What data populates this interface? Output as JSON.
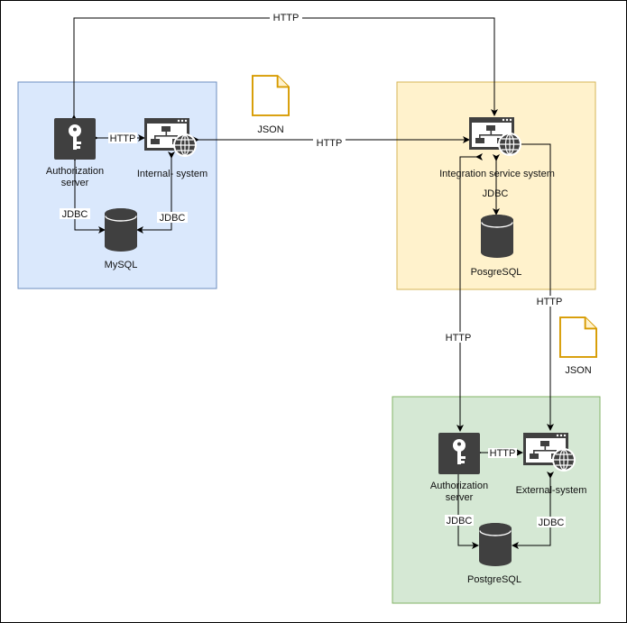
{
  "labels": {
    "http": "HTTP",
    "jdbc": "JDBC",
    "json": "JSON",
    "mysql": "MySQL",
    "postgres_db": "PosgreSQL",
    "postgres_db2": "PostgreSQL"
  },
  "systems": {
    "internal": {
      "auth_line1": "Authorization",
      "auth_line2": "server",
      "system": "Internal- system"
    },
    "integration": {
      "system": "Integration service system"
    },
    "external": {
      "auth_line1": "Authorization",
      "auth_line2": "server",
      "system": "External-system"
    }
  },
  "colors": {
    "blue_group_fill": "#dae8fc",
    "blue_group_stroke": "#6c8ebf",
    "yellow_group_fill": "#fff2cc",
    "yellow_group_stroke": "#d6b656",
    "green_group_fill": "#d5e8d4",
    "green_group_stroke": "#82b366",
    "icon_dark": "#404040",
    "doc_stroke": "#d79b00",
    "doc_fill": "#ffffff"
  }
}
